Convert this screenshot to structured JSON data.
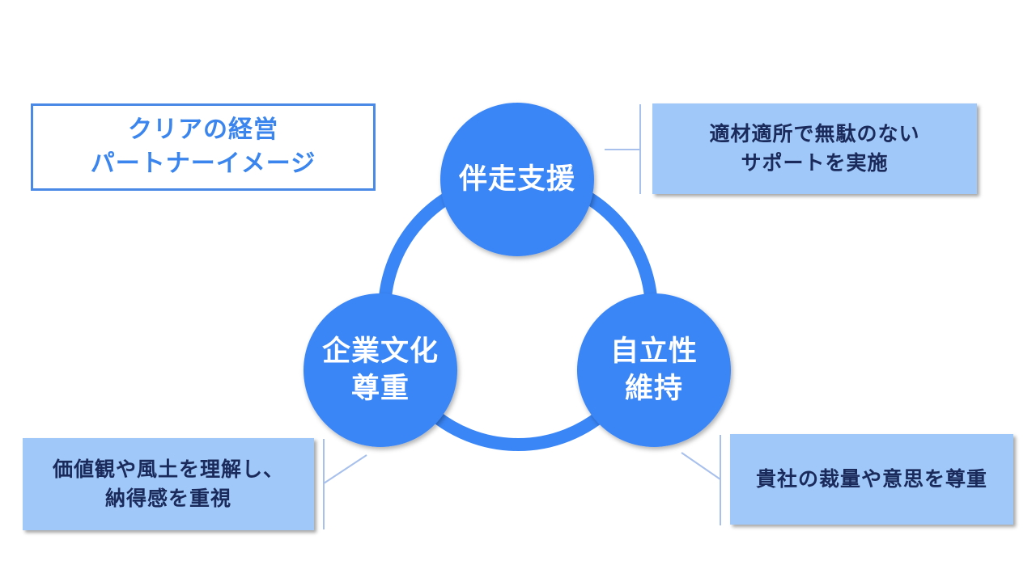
{
  "title": {
    "lines": [
      "クリアの経営",
      "パートナーイメージ"
    ]
  },
  "colors": {
    "accent": "#3b86ee",
    "circle": "#3a86f7",
    "note_bg": "#a0c8f8",
    "note_text": "#1a2a5a",
    "connector": "#a8c0ec"
  },
  "circles": [
    {
      "id": "top",
      "lines": [
        "伴走支援"
      ]
    },
    {
      "id": "left",
      "lines": [
        "企業文化",
        "尊重"
      ]
    },
    {
      "id": "right",
      "lines": [
        "自立性",
        "維持"
      ]
    }
  ],
  "notes": [
    {
      "id": "top",
      "lines": [
        "適材適所で無駄のない",
        "サポートを実施"
      ]
    },
    {
      "id": "left",
      "lines": [
        "価値観や風土を理解し、",
        "納得感を重視"
      ]
    },
    {
      "id": "right",
      "lines": [
        "貴社の裁量や意思を尊重"
      ]
    }
  ]
}
